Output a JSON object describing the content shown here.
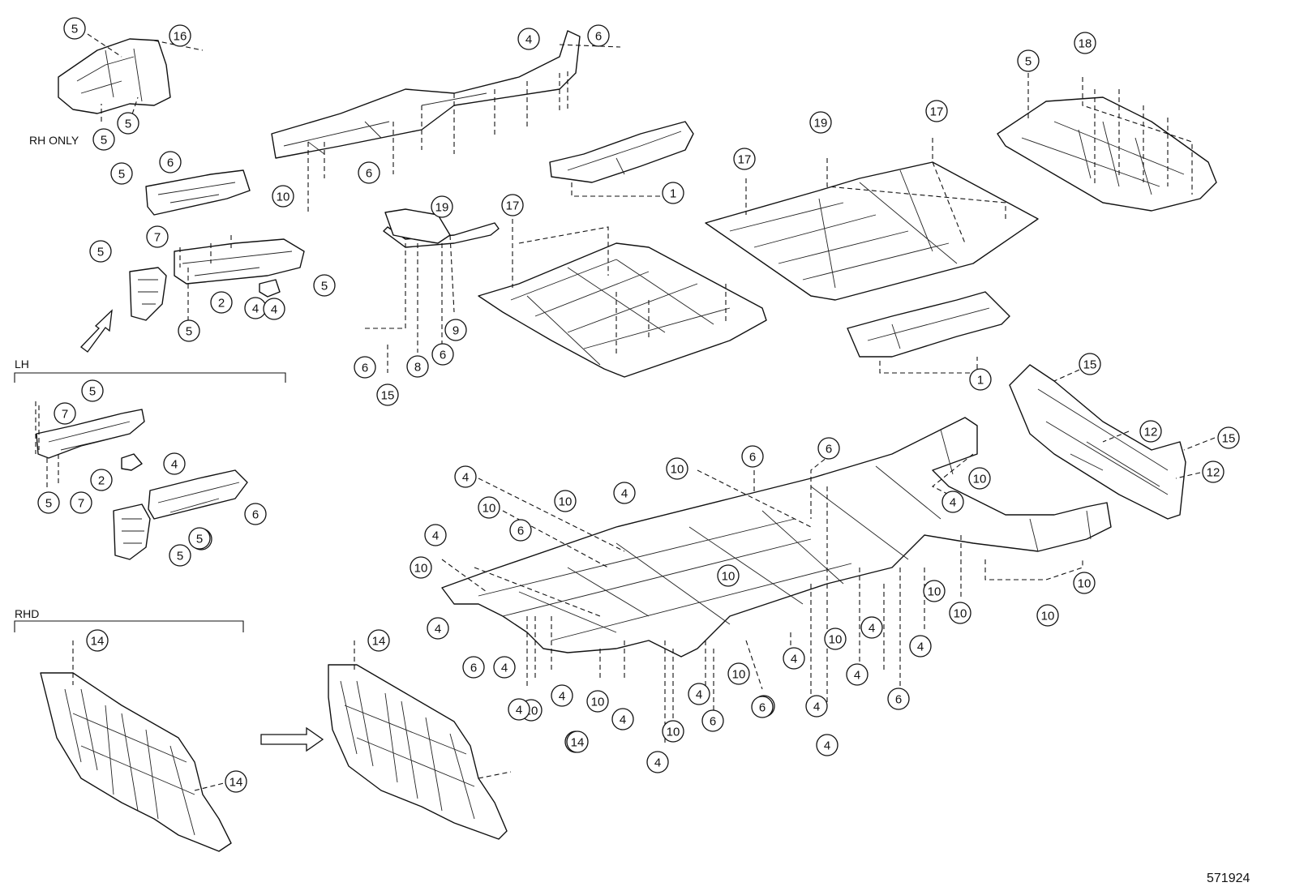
{
  "labels": {
    "rh_only": "RH ONLY",
    "lh": "LH",
    "rhd": "RHD",
    "figure_number": "571924"
  },
  "callouts": [
    "5",
    "16",
    "5",
    "5",
    "6",
    "5",
    "7",
    "5",
    "2",
    "4",
    "5",
    "5",
    "4",
    "6",
    "6",
    "10",
    "1",
    "19",
    "17",
    "18",
    "5",
    "19",
    "17",
    "17",
    "9",
    "8",
    "6",
    "6",
    "15",
    "1",
    "15",
    "12",
    "15",
    "12",
    "5",
    "7",
    "5",
    "2",
    "4",
    "5",
    "7",
    "6",
    "5",
    "5",
    "4",
    "10",
    "10",
    "6",
    "4",
    "10",
    "4",
    "10",
    "6",
    "10",
    "6",
    "4",
    "10",
    "4",
    "4",
    "6",
    "4",
    "4",
    "10",
    "10",
    "4",
    "10",
    "10",
    "10",
    "10",
    "4",
    "10",
    "10",
    "4",
    "4",
    "4",
    "6",
    "4",
    "10",
    "4",
    "6",
    "4",
    "4",
    "4",
    "10",
    "4",
    "6",
    "14",
    "14",
    "14",
    "14"
  ]
}
